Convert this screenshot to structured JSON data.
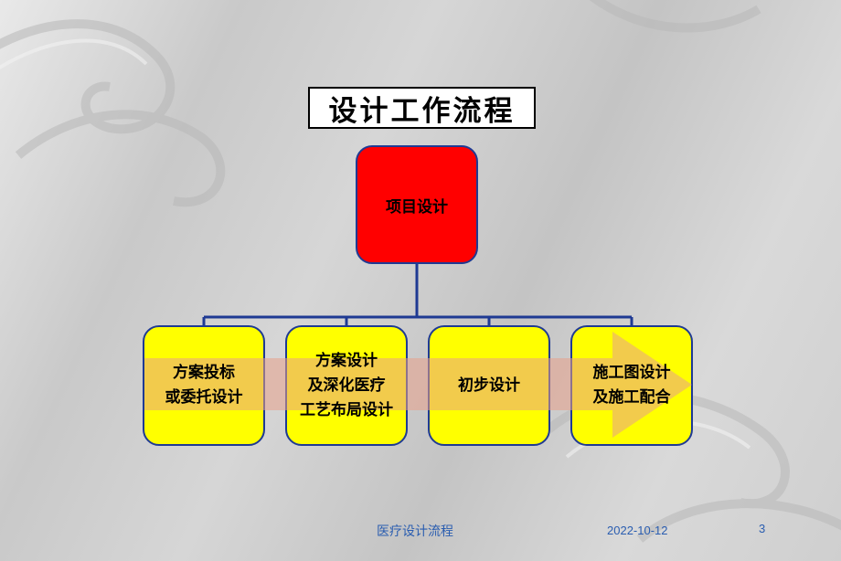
{
  "slide": {
    "title": "设计工作流程",
    "footer": {
      "center_text": "医疗设计流程",
      "date": "2022-10-12",
      "page_number": "3"
    }
  },
  "diagram": {
    "root": {
      "label": "项目设计"
    },
    "children": [
      {
        "label": "方案投标\n或委托设计"
      },
      {
        "label": "方案设计\n及深化医疗\n工艺布局设计"
      },
      {
        "label": "初步设计"
      },
      {
        "label": "施工图设计\n及施工配合"
      }
    ]
  },
  "colors": {
    "root_fill": "#ff0000",
    "child_fill": "#ffff00",
    "connector": "#1f3a93",
    "arrow_fill": "#e8a08a",
    "footer_text": "#2a5db0"
  }
}
